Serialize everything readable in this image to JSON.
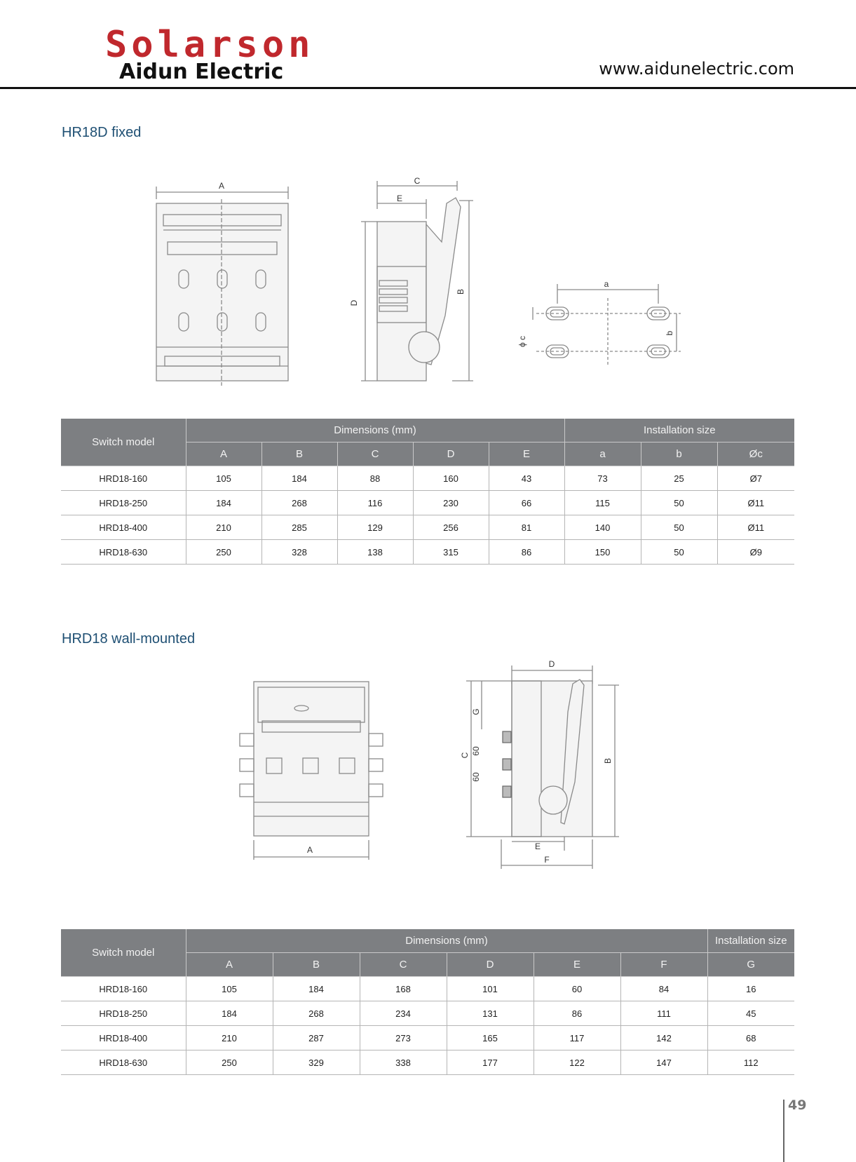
{
  "header": {
    "brand": "Solarson",
    "subbrand": "Aidun Electric",
    "website": "www.aidunelectric.com"
  },
  "section1": {
    "title": "HR18D fixed",
    "drawing_labels": {
      "A": "A",
      "B": "B",
      "C": "C",
      "D": "D",
      "E": "E",
      "a": "a",
      "b": "b",
      "phic": "ϕ c"
    },
    "table": {
      "model_header": "Switch model",
      "group_dim": "Dimensions (mm)",
      "group_inst": "Installation size",
      "dim_cols": [
        "A",
        "B",
        "C",
        "D",
        "E"
      ],
      "inst_cols": [
        "a",
        "b",
        "Øc"
      ],
      "rows": [
        [
          "HRD18-160",
          "105",
          "184",
          "88",
          "160",
          "43",
          "73",
          "25",
          "Ø7"
        ],
        [
          "HRD18-250",
          "184",
          "268",
          "116",
          "230",
          "66",
          "115",
          "50",
          "Ø11"
        ],
        [
          "HRD18-400",
          "210",
          "285",
          "129",
          "256",
          "81",
          "140",
          "50",
          "Ø11"
        ],
        [
          "HRD18-630",
          "250",
          "328",
          "138",
          "315",
          "86",
          "150",
          "50",
          "Ø9"
        ]
      ]
    }
  },
  "section2": {
    "title": "HRD18 wall-mounted",
    "drawing_labels": {
      "A": "A",
      "B": "B",
      "C": "C",
      "D": "D",
      "E": "E",
      "F": "F",
      "G": "G",
      "s60a": "60",
      "s60b": "60"
    },
    "table": {
      "model_header": "Switch model",
      "group_dim": "Dimensions (mm)",
      "group_inst": "Installation size",
      "dim_cols": [
        "A",
        "B",
        "C",
        "D",
        "E",
        "F"
      ],
      "inst_cols": [
        "G"
      ],
      "rows": [
        [
          "HRD18-160",
          "105",
          "184",
          "168",
          "101",
          "60",
          "84",
          "16"
        ],
        [
          "HRD18-250",
          "184",
          "268",
          "234",
          "131",
          "86",
          "111",
          "45"
        ],
        [
          "HRD18-400",
          "210",
          "287",
          "273",
          "165",
          "117",
          "142",
          "68"
        ],
        [
          "HRD18-630",
          "250",
          "329",
          "338",
          "177",
          "122",
          "147",
          "112"
        ]
      ]
    }
  },
  "page_number": "49"
}
